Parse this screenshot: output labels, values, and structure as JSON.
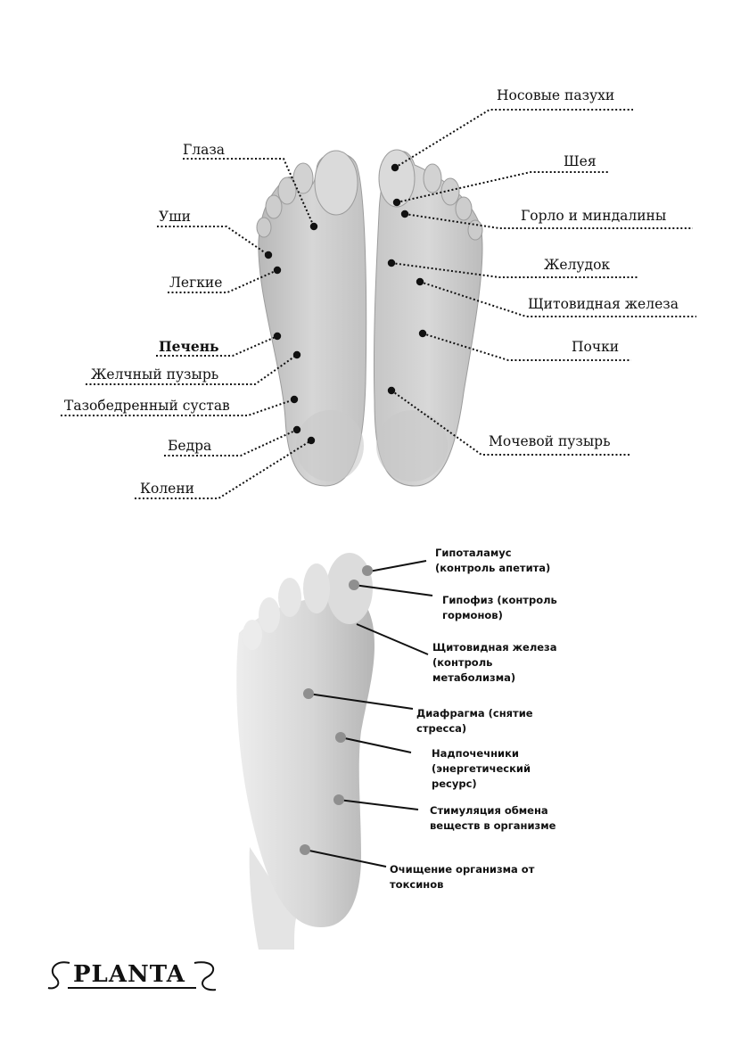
{
  "foot_points_diagram": {
    "left_foot_labels": [
      "Глаза",
      "Уши",
      "Легкие",
      "Печень",
      "Желчный пузырь",
      "Тазобедренный сустав",
      "Бедра",
      "Колени"
    ],
    "right_foot_labels": [
      "Носовые пазухи",
      "Шея",
      "Горло и миндалины",
      "Желудок",
      "Щитовидная железа",
      "Почки",
      "Мочевой пузырь"
    ]
  },
  "sole_diagram": {
    "labels": [
      {
        "line1": "Гипоталамус",
        "line2": "(контроль апетита)",
        "line3": ""
      },
      {
        "line1": "Гипофиз (контроль",
        "line2": "гормонов)",
        "line3": ""
      },
      {
        "line1": "Щитовидная железа",
        "line2": "(контроль",
        "line3": "метаболизма)"
      },
      {
        "line1": "Диафрагма (снятие",
        "line2": "стресса)",
        "line3": ""
      },
      {
        "line1": "Надпочечники",
        "line2": "(энергетический",
        "line3": "ресурс)"
      },
      {
        "line1": "Стимуляция обмена",
        "line2": "веществ в организме",
        "line3": ""
      },
      {
        "line1": "Очищение организма от",
        "line2": "токсинов",
        "line3": ""
      }
    ]
  },
  "logo": {
    "text": "PLANTA"
  },
  "colors": {
    "dot": "#111111",
    "leader": "#111111",
    "skin_light": "#dcdcdc",
    "skin_dark": "#a9a9a9",
    "sole_dot": "#8f8f8f"
  }
}
